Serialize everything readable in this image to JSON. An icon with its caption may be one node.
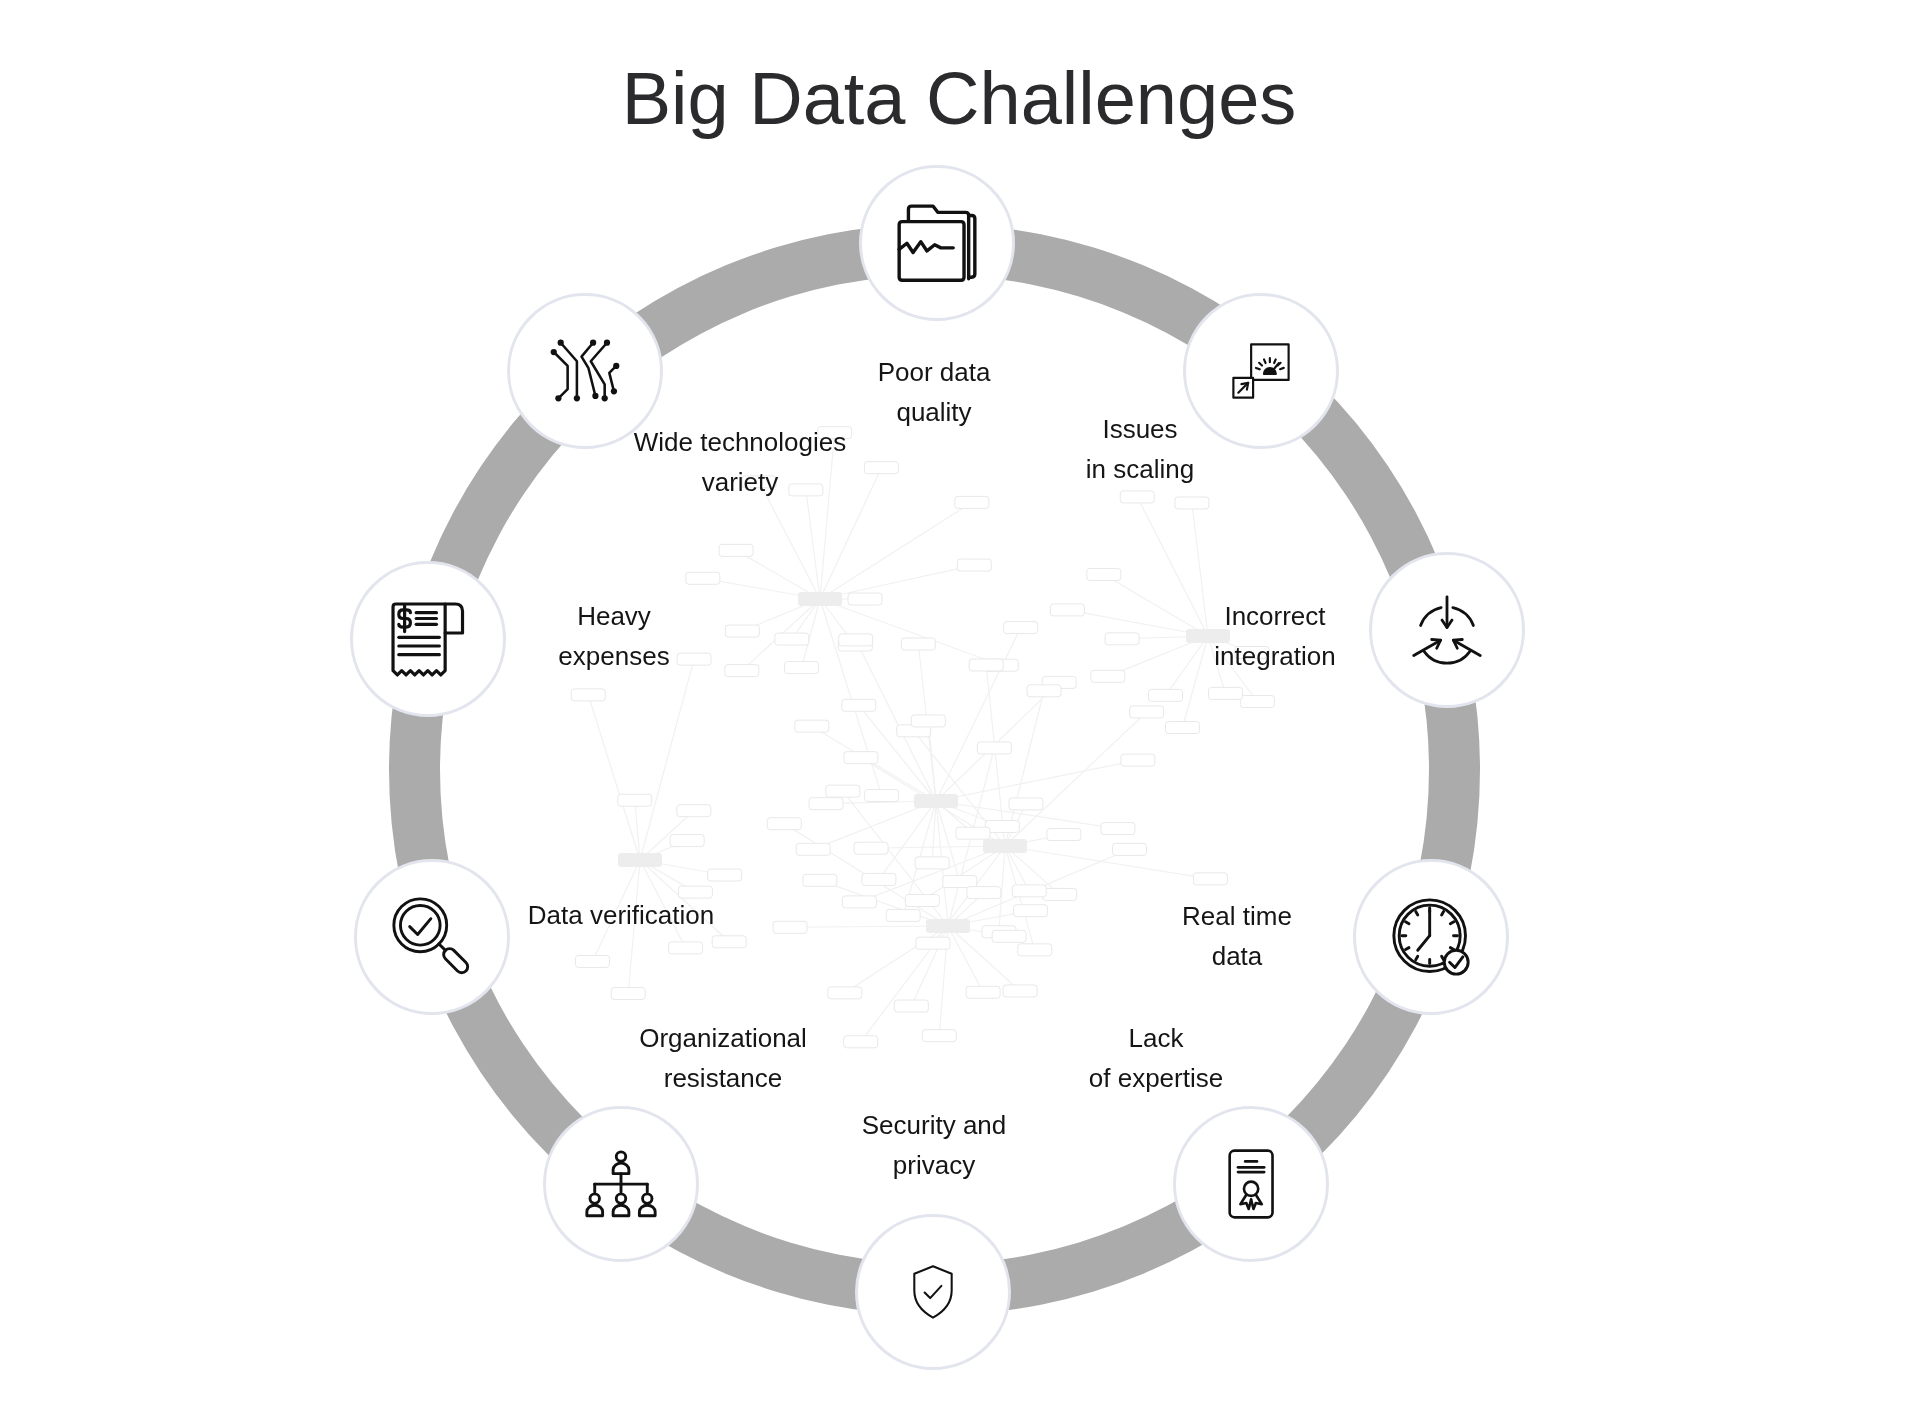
{
  "diagram": {
    "title": "Big Data Challenges",
    "nodes": [
      {
        "text": [],
        "shape": "circle",
        "beside": [
          "Poor data quality"
        ]
      },
      {
        "text": [],
        "shape": "circle",
        "beside": [
          "Issues in scaling"
        ]
      },
      {
        "text": [],
        "shape": "circle",
        "beside": [
          "Incorrect integration"
        ]
      },
      {
        "text": [],
        "shape": "circle",
        "beside": [
          "Real time data"
        ]
      },
      {
        "text": [],
        "shape": "circle",
        "beside": [
          "Lack of expertise"
        ]
      },
      {
        "text": [],
        "shape": "circle",
        "beside": [
          "Security and privacy"
        ]
      },
      {
        "text": [],
        "shape": "circle",
        "beside": [
          "Organizational resistance"
        ]
      },
      {
        "text": [],
        "shape": "circle",
        "beside": [
          "Data verification"
        ]
      },
      {
        "text": [],
        "shape": "circle",
        "beside": [
          "Heavy expenses"
        ]
      },
      {
        "text": [],
        "shape": "circle",
        "beside": [
          "Wide technologies variety"
        ]
      }
    ]
  }
}
